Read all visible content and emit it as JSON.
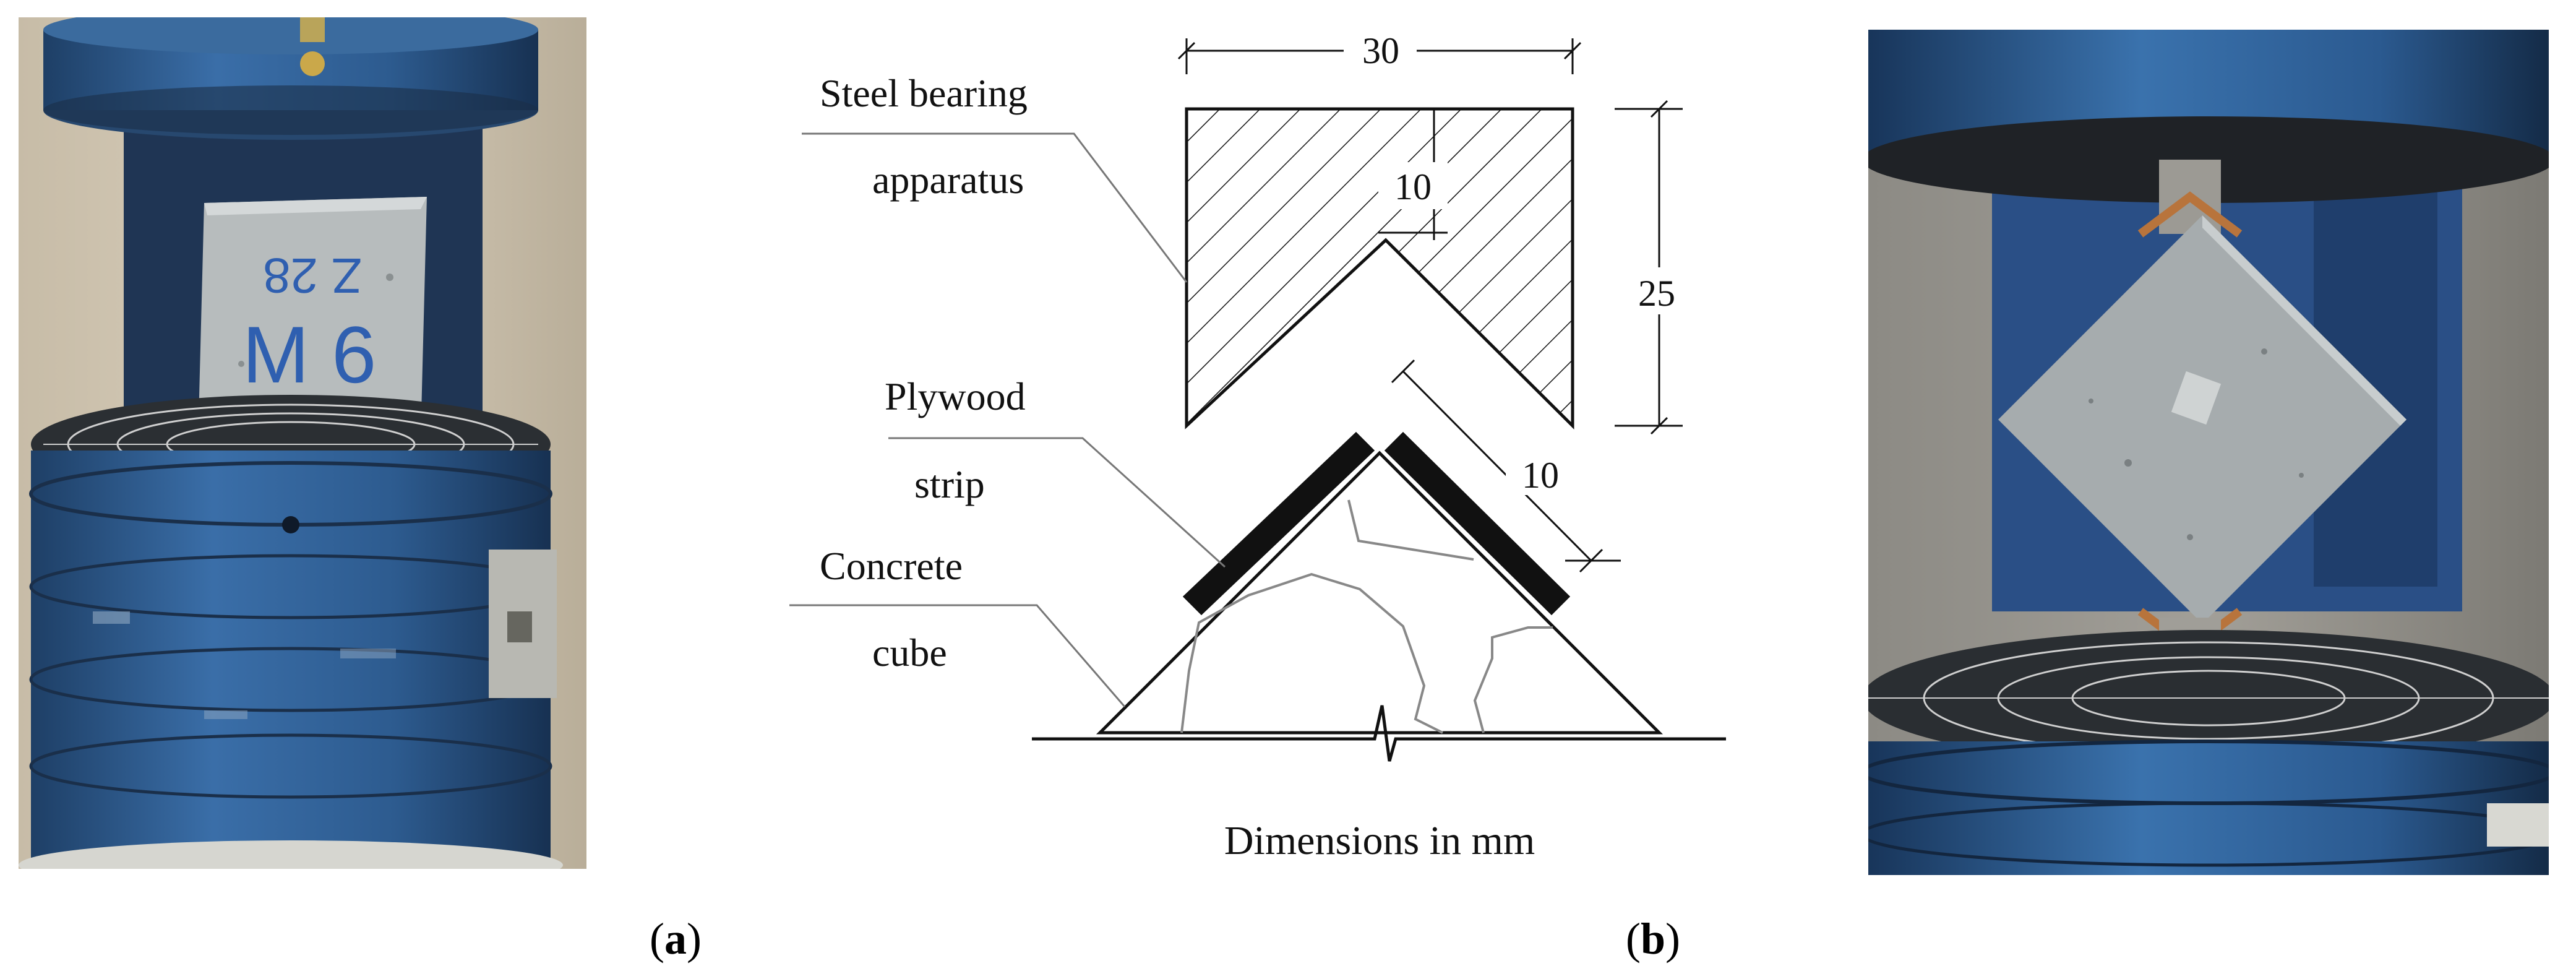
{
  "figure": {
    "labels": {
      "steel_bearing_line1": "Steel bearing",
      "steel_bearing_line2": "apparatus",
      "plywood_line1": "Plywood",
      "plywood_line2": "strip",
      "concrete_line1": "Concrete",
      "concrete_line2": "cube"
    },
    "dimensions": {
      "width": "30",
      "height": "25",
      "notch_depth": "10",
      "strip_length": "10"
    },
    "units_note": "Dimensions in mm",
    "specimen_marking": {
      "top": "Z 28",
      "bottom": "M 6"
    }
  },
  "captions": {
    "a_letter": "a",
    "b_letter": "b"
  },
  "colors": {
    "machine_blue": "#2e5a8c",
    "concrete_grey": "#a9afb0",
    "ink": "#111111"
  }
}
